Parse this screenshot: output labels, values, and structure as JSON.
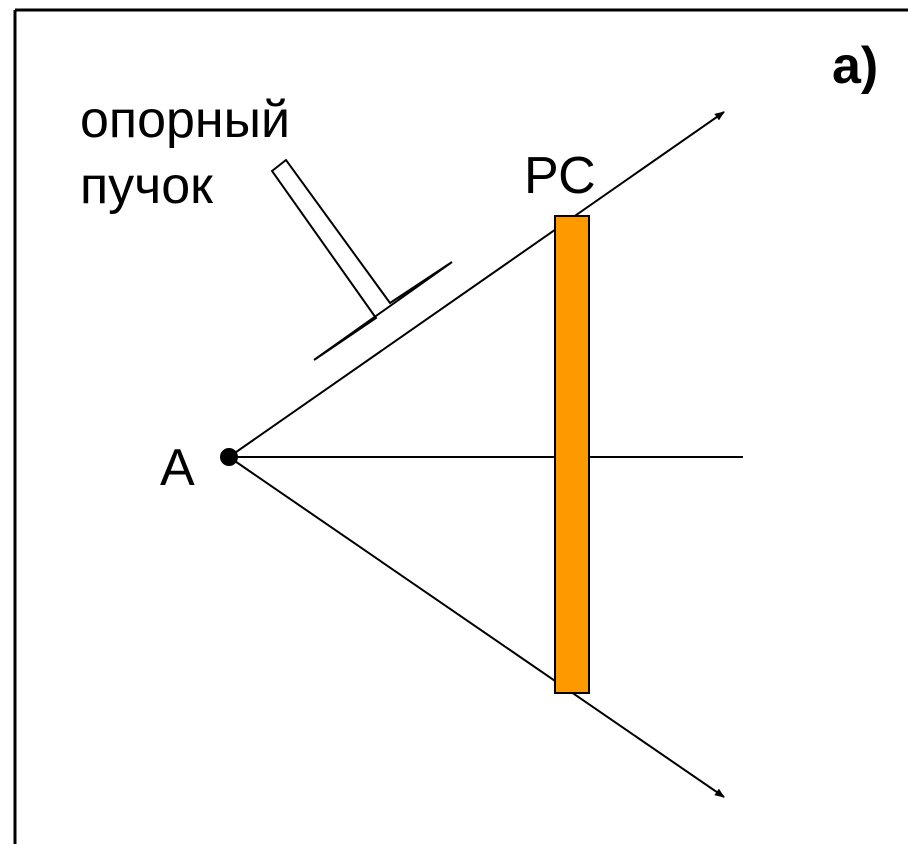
{
  "panel_label": "а)",
  "reference_beam": {
    "line1": "опорный",
    "line2": "пучок"
  },
  "plate_label": "РС",
  "point_label": "A",
  "colors": {
    "plate_fill": "#FF9900",
    "line": "#000000",
    "background": "#FFFFFF"
  },
  "icons": {
    "reference_arrow": "hollow-arrow-icon"
  }
}
